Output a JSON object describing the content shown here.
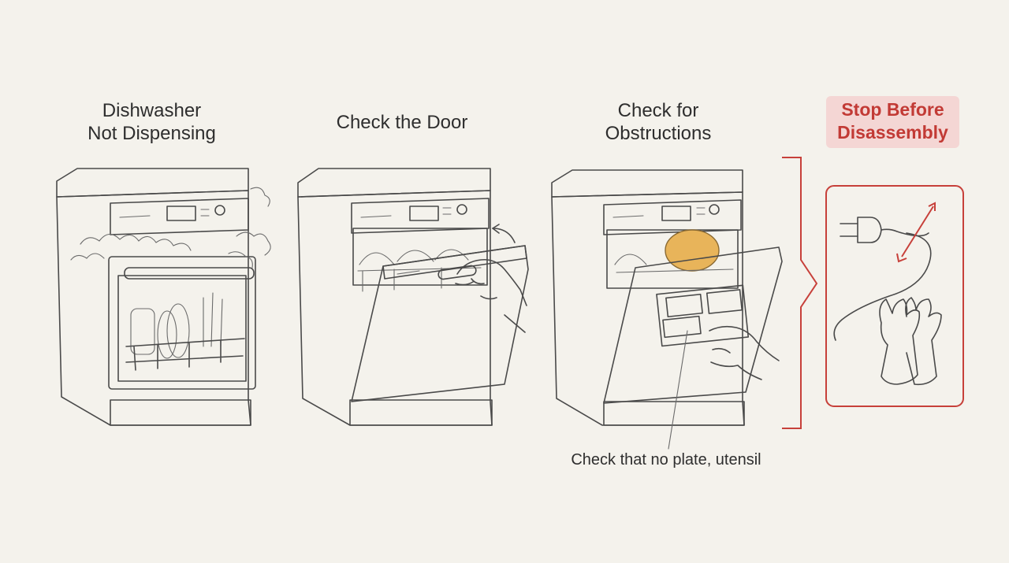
{
  "steps": [
    {
      "title": "Dishwasher\nNot Dispensing"
    },
    {
      "title": "Check the Door"
    },
    {
      "title": "Check for\nObstructions"
    },
    {
      "title": "Stop Before\nDisassembly"
    }
  ],
  "callout": "Check that no plate, utensil",
  "colors": {
    "warning": "#c7403a",
    "warning_bg": "#f4d6d4",
    "plate": "#e8b45a"
  },
  "icons": [
    "power-plug-icon",
    "gloves-icon",
    "steam-icon",
    "hand-icon"
  ]
}
